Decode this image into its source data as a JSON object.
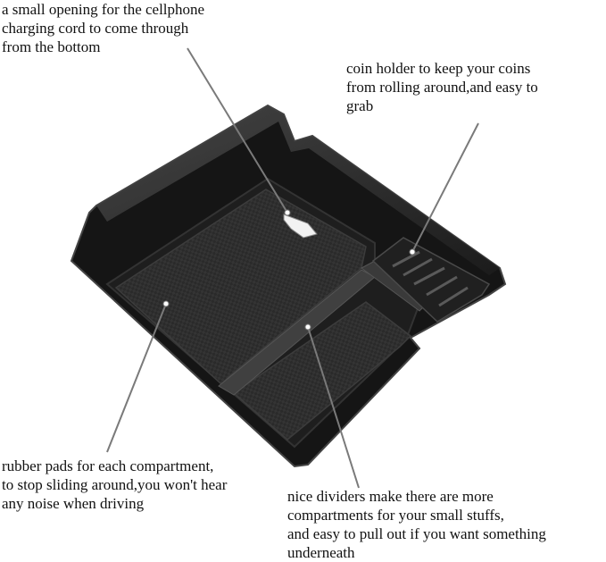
{
  "annotations": {
    "opening": "a small opening for the cellphone\ncharging cord to come through\nfrom the bottom",
    "coin_holder": "coin holder to keep your coins\nfrom rolling around,and easy to\ngrab",
    "rubber_pads": "rubber pads for each compartment,\nto stop sliding around,you won't hear\nany noise when driving",
    "dividers": "nice dividers make there are more\ncompartments for your small stuffs,\nand easy to pull out if you want something\nunderneath"
  },
  "colors": {
    "tray_body": "#1a1a1a",
    "tray_edge": "#3a3a3a",
    "pad": "#2b2b2b",
    "leader_line": "#7a7a7a"
  }
}
